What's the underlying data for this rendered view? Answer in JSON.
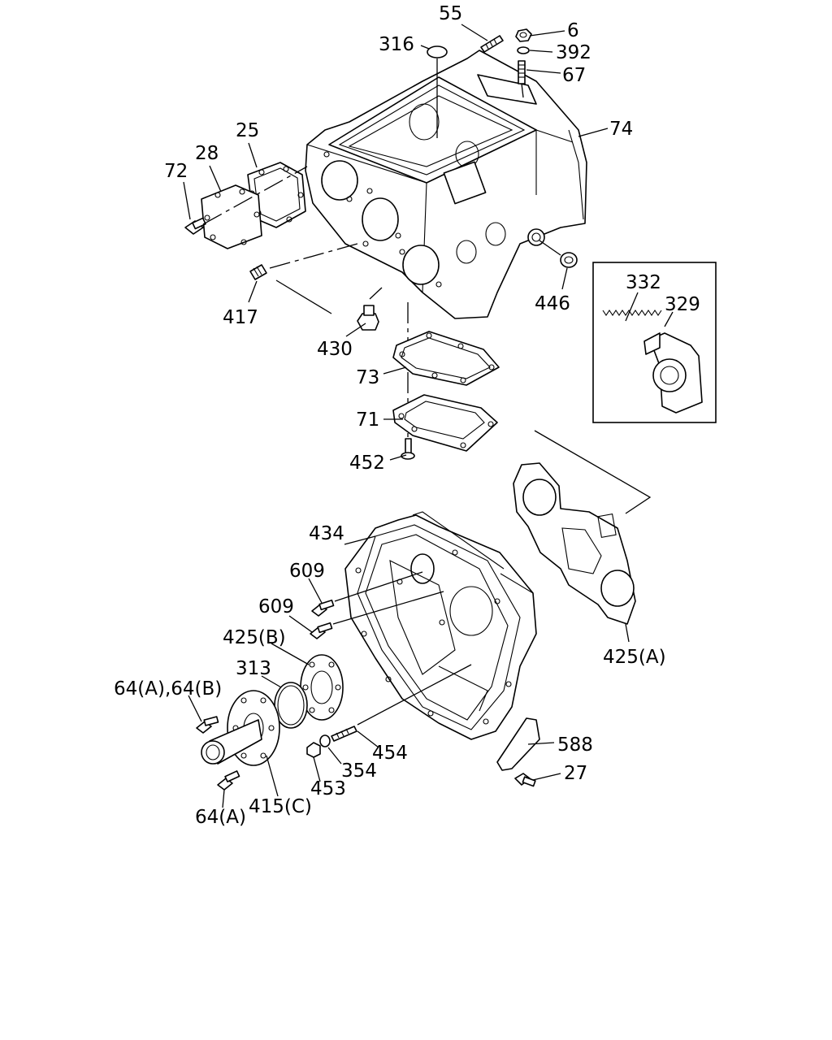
{
  "callouts": {
    "c55": "55",
    "c6": "6",
    "c316": "316",
    "c392": "392",
    "c67": "67",
    "c74": "74",
    "c25": "25",
    "c28": "28",
    "c72": "72",
    "c417": "417",
    "c446": "446",
    "c430": "430",
    "c332": "332",
    "c329": "329",
    "c73": "73",
    "c71": "71",
    "c452": "452",
    "c434": "434",
    "c609a": "609",
    "c609b": "609",
    "c425b": "425(B)",
    "c313": "313",
    "c64ab": "64(A),64(B)",
    "c425a": "425(A)",
    "c454": "454",
    "c588": "588",
    "c354": "354",
    "c27": "27",
    "c453": "453",
    "c64a": "64(A)",
    "c415c": "415(C)"
  }
}
